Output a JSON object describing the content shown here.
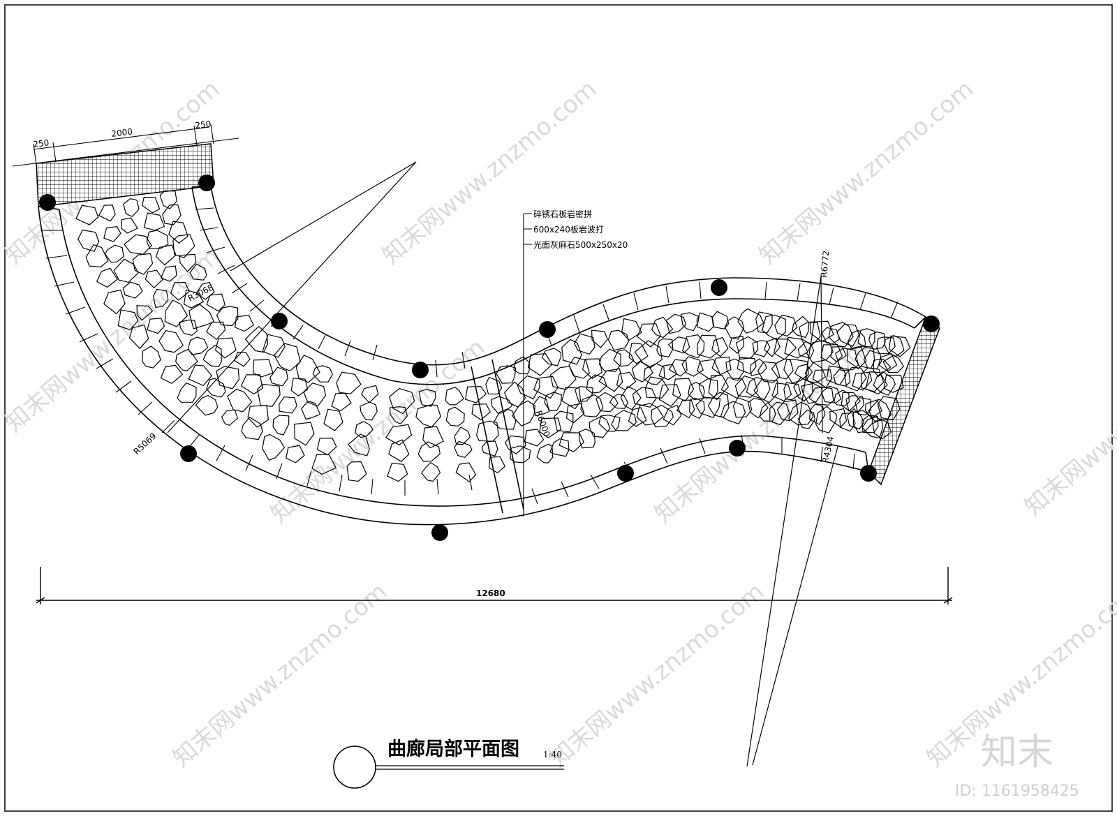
{
  "drawing": {
    "title": "曲廊局部平面图",
    "scale": "1:40",
    "overall_dimension": "12680",
    "top_dimensions": [
      "250",
      "2000",
      "250"
    ],
    "radii": {
      "inner_left": "R3068",
      "outer_left": "R5069",
      "right_outer": "R6772",
      "right_inner": "R4304",
      "mid": "R6000"
    },
    "material_notes": [
      "碎锈石板岩密拼",
      "600x240板岩波打",
      "光面灰麻石500x250x20"
    ]
  },
  "watermark": {
    "text": "知末网www.znzmo.com",
    "brand": "知末",
    "id": "ID: 1161958425"
  },
  "colors": {
    "line": "#000000",
    "watermark": "#d9d9d9"
  }
}
